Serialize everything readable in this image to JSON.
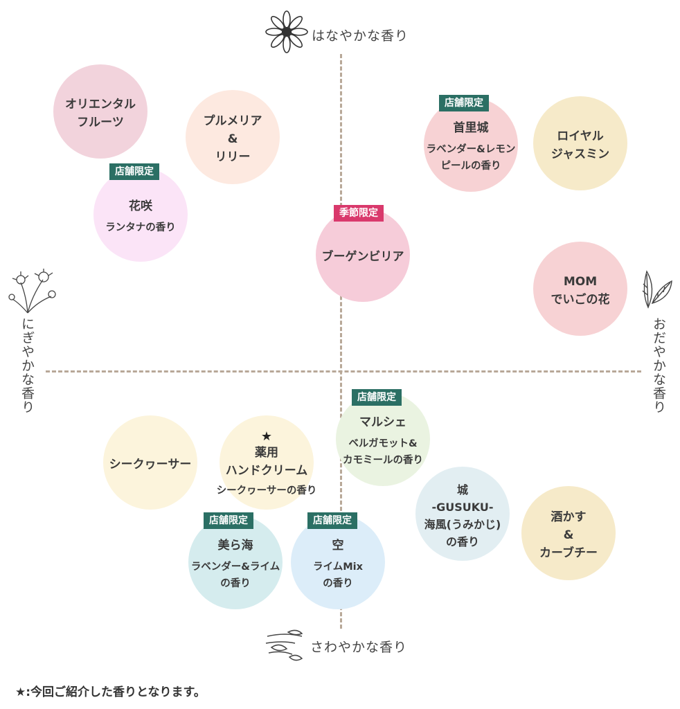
{
  "colors": {
    "axis": "#b8a898",
    "badge_store": "#2b6f64",
    "badge_season": "#d9396c"
  },
  "axes": {
    "top": "はなやかな香り",
    "bottom": "さわやかな香り",
    "left": "にぎやかな香り",
    "right": "おだやかな香り"
  },
  "icons": {
    "top": "daisy-flower-icon",
    "bottom": "wind-leaves-icon",
    "left": "dandelion-icon",
    "right": "leaves-icon"
  },
  "items": [
    {
      "id": "oriental-fruits",
      "name": "オリエンタル\nフルーツ",
      "sub": "",
      "badge": "",
      "color": "#f2d3dc"
    },
    {
      "id": "plumeria-lily",
      "name": "プルメリア\n&\nリリー",
      "sub": "",
      "badge": "",
      "color": "#fde9e0"
    },
    {
      "id": "hanasaki",
      "name": "花咲",
      "sub": "ランタナの香り",
      "badge": "店舗限定",
      "color": "#fbe4f7"
    },
    {
      "id": "shurijo",
      "name": "首里城",
      "sub": "ラベンダー&レモン\nピールの香り",
      "badge": "店舗限定",
      "color": "#f7d2d4"
    },
    {
      "id": "royal-jasmine",
      "name": "ロイヤル\nジャスミン",
      "sub": "",
      "badge": "",
      "color": "#f6eac9"
    },
    {
      "id": "bougainvillea",
      "name": "ブーゲンビリア",
      "sub": "",
      "badge": "季節限定",
      "color": "#f6ccd9"
    },
    {
      "id": "mom-deigo",
      "name": "MOM\nでいごの花",
      "sub": "",
      "badge": "",
      "color": "#f7d2d4"
    },
    {
      "id": "shikuwasa",
      "name": "シークヮーサー",
      "sub": "",
      "badge": "",
      "color": "#fcf4dc"
    },
    {
      "id": "hand-cream",
      "name": "薬用\nハンドクリーム",
      "sub": "シークヮーサーの香り",
      "badge": "",
      "star": "★",
      "color": "#fcf4dc"
    },
    {
      "id": "marche",
      "name": "マルシェ",
      "sub": "ベルガモット&\nカモミールの香り",
      "badge": "店舗限定",
      "color": "#eaf3e1"
    },
    {
      "id": "gusuku",
      "name": "城\n-GUSUKU-\n海風(うみかじ)\nの香り",
      "sub": "",
      "badge": "",
      "color": "#e2eef2"
    },
    {
      "id": "sakekasu",
      "name": "酒かす\n&\nカーブチー",
      "sub": "",
      "badge": "",
      "color": "#f6eac9"
    },
    {
      "id": "churaumi",
      "name": "美ら海",
      "sub": "ラベンダー&ライム\nの香り",
      "badge": "店舗限定",
      "color": "#d5ecee"
    },
    {
      "id": "sora",
      "name": "空",
      "sub": "ライムMix\nの香り",
      "badge": "店舗限定",
      "color": "#dcedf9"
    }
  ],
  "footnote": "★:今回ご紹介した香りとなります。"
}
